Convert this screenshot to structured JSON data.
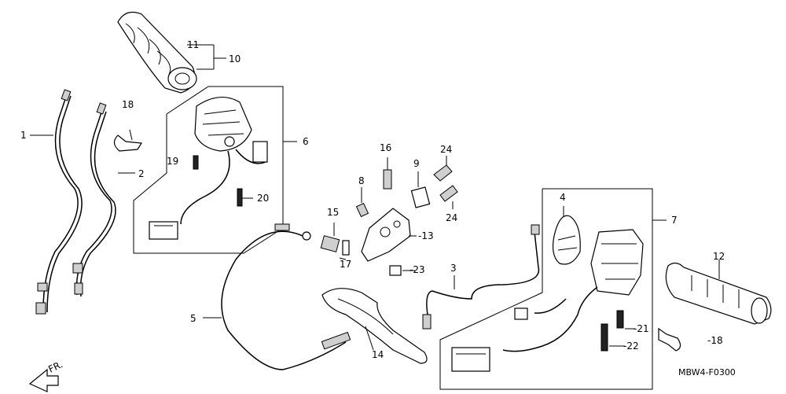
{
  "labels": {
    "p1": "1",
    "p2": "2",
    "p3": "3",
    "p4": "4",
    "p5": "5",
    "p6": "6",
    "p7": "7",
    "p8": "8",
    "p9": "9",
    "p10": "10",
    "p11": "11",
    "p12": "12",
    "p13": "-13",
    "p14": "14",
    "p15": "15",
    "p16": "16",
    "p17": "17",
    "p18a": "18",
    "p18b": "-18",
    "p19": "19",
    "p20": "20",
    "p21": "-21",
    "p22": "-22",
    "p23": "-23",
    "p24a": "24",
    "p24b": "24"
  },
  "front_indicator": "FR.",
  "diagram_code": "MBW4-F0300"
}
